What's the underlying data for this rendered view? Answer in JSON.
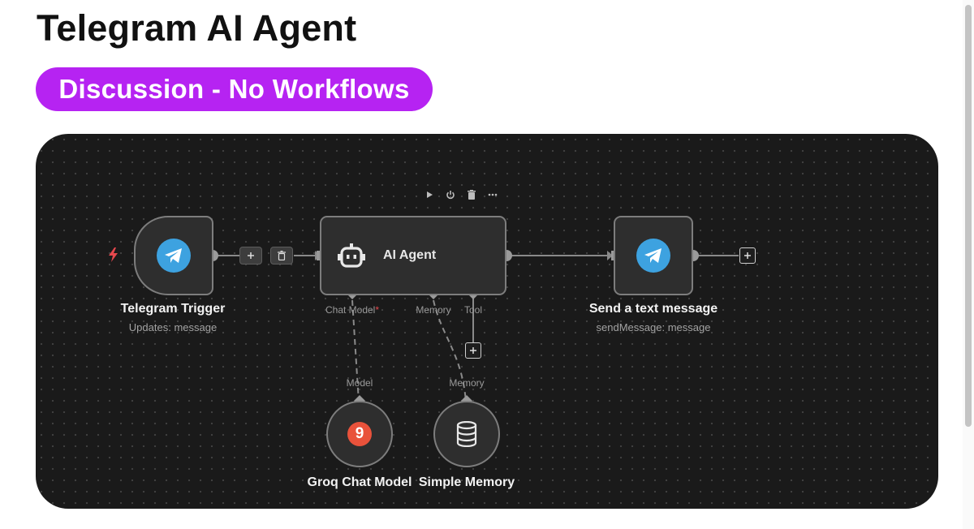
{
  "page": {
    "title": "Telegram AI Agent",
    "tag": "Discussion - No Workflows"
  },
  "workflow": {
    "nodes": {
      "trigger": {
        "title": "Telegram Trigger",
        "subtitle": "Updates: message",
        "icon": "telegram-icon"
      },
      "agent": {
        "title": "AI Agent",
        "icon": "robot-icon"
      },
      "send": {
        "title": "Send a text message",
        "subtitle": "sendMessage: message",
        "icon": "telegram-icon"
      },
      "groq": {
        "title": "Groq Chat Model",
        "icon": "groq-icon",
        "icon_text": "9"
      },
      "memory": {
        "title": "Simple Memory",
        "icon": "database-icon"
      }
    },
    "handles": {
      "chat_model": "Chat Model",
      "chat_model_required": "*",
      "memory": "Memory",
      "tool": "Tool",
      "model": "Model",
      "memory_in": "Memory"
    },
    "toolbar": [
      "play-icon",
      "power-icon",
      "trash-icon",
      "more-icon"
    ]
  },
  "colors": {
    "tag_bg": "#b623f2",
    "canvas_bg": "#1a1a1a",
    "telegram_blue": "#3da2e0",
    "groq_orange": "#e9523b",
    "trigger_bolt": "#e5484d"
  }
}
